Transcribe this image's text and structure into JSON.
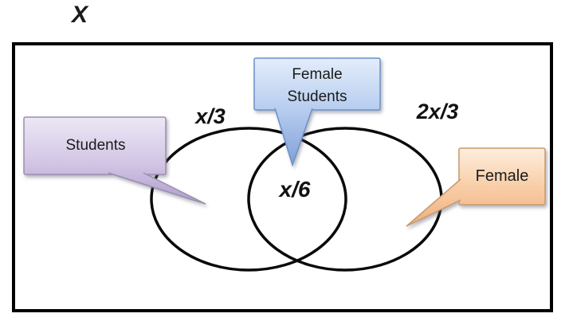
{
  "diagram": {
    "universe_label": "X",
    "left_set_value": "x/3",
    "right_set_value": "2x/3",
    "intersection_value": "x/6",
    "callouts": {
      "students": {
        "label": "Students",
        "fill_top": "#ece7f5",
        "fill_bottom": "#ab99cb",
        "border": "#9a8fae"
      },
      "female_students": {
        "label": "Female Students",
        "fill_top": "#e3edfb",
        "fill_bottom": "#7e9fd6",
        "border": "#6b91c9"
      },
      "female": {
        "label": "Female",
        "fill_top": "#fdeedd",
        "fill_bottom": "#eeae7f",
        "border": "#c89a6a"
      }
    },
    "outline_color": "#000000"
  }
}
